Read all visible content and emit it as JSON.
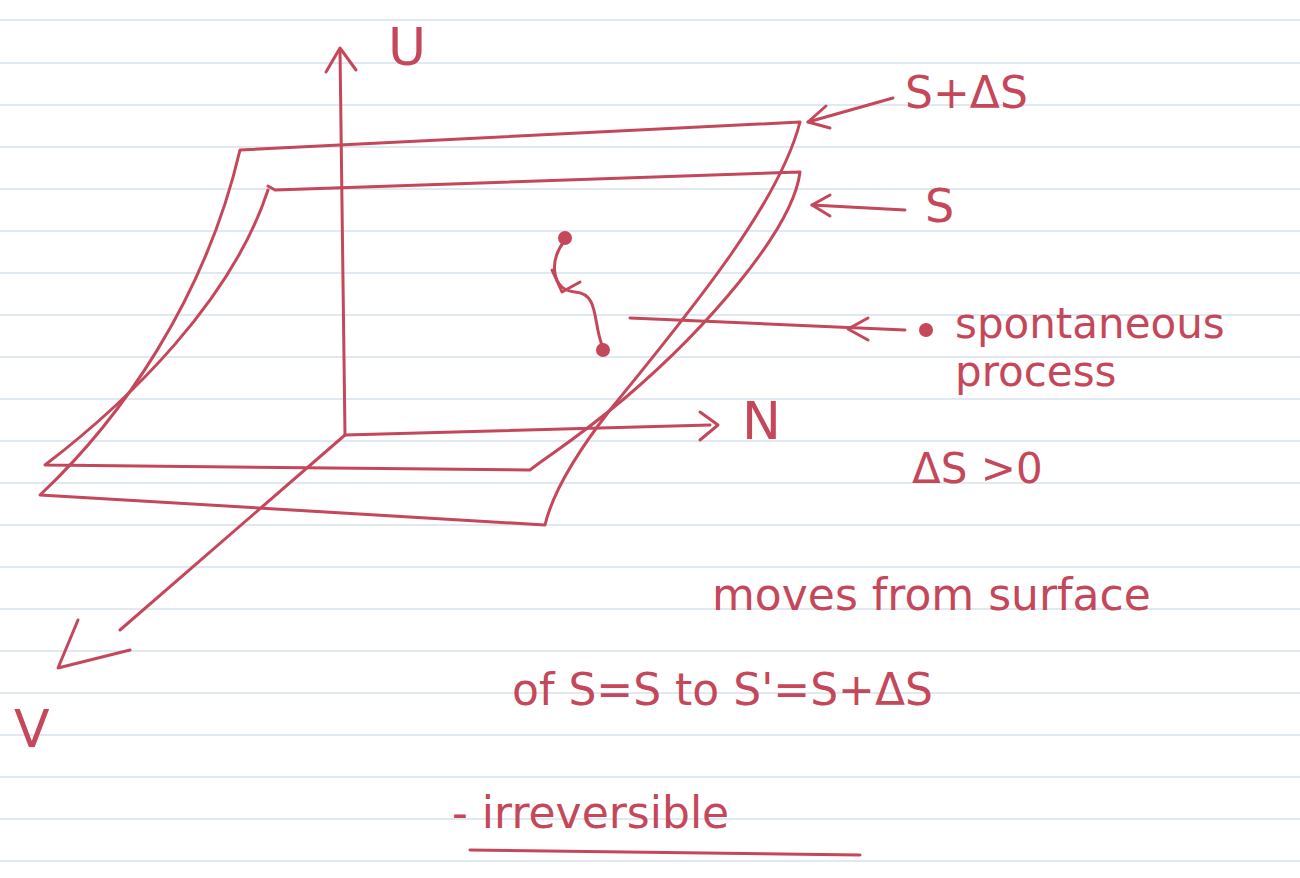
{
  "diagram": {
    "labels": [
      "U",
      "S+ΔS",
      "S",
      "N",
      "spontaneous process",
      "ΔS >0",
      "moves from surface",
      "of S=S to S'=S+ΔS",
      "- irreversible",
      "V"
    ]
  }
}
